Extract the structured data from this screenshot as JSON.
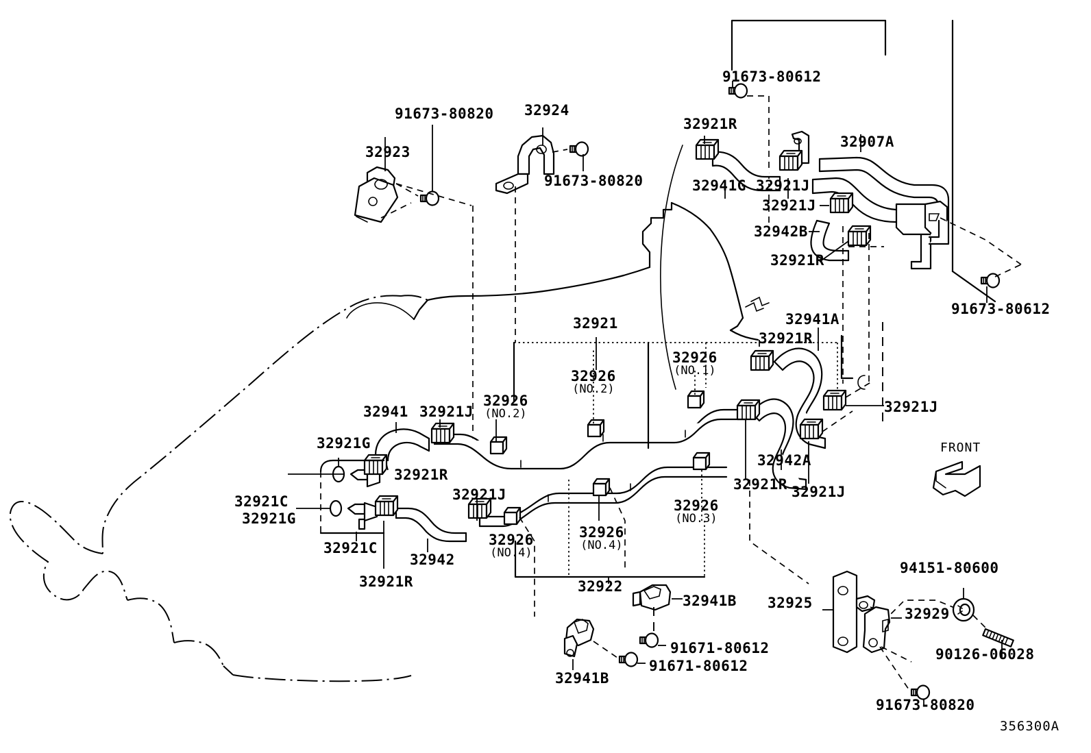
{
  "diagram": {
    "code": "356300A",
    "front_indicator": "FRONT"
  },
  "labels": {
    "p91673_80820_a": "91673-80820",
    "p32924": "32924",
    "p32923": "32923",
    "p91673_80820_b": "91673-80820",
    "p91673_80612_top": "91673-80612",
    "p32921R_top": "32921R",
    "p32907A": "32907A",
    "p32941G": "32941G",
    "p32921J_a": "32921J",
    "p32921J_b": "32921J",
    "p32942B": "32942B",
    "p32921R_b": "32921R",
    "p91673_80612_right": "91673-80612",
    "p32921": "32921",
    "p32941A": "32941A",
    "p32921R_c": "32921R",
    "p32926_no1": "32926",
    "p32926_no1_sub": "(NO.1)",
    "p32926_no2_a": "32926",
    "p32926_no2_a_sub": "(NO.2)",
    "p32926_no2_b": "32926",
    "p32926_no2_b_sub": "(NO.2)",
    "p32921J_c": "32921J",
    "p32941": "32941",
    "p32921J_d": "32921J",
    "p32921G_a": "32921G",
    "p32921R_d": "32921R",
    "p32921C_a": "32921C",
    "p32921G_b": "32921G",
    "p32921C_b": "32921C",
    "p32942": "32942",
    "p32921R_e": "32921R",
    "p32921J_e": "32921J",
    "p32926_no4_a": "32926",
    "p32926_no4_a_sub": "(NO.4)",
    "p32926_no4_b": "32926",
    "p32926_no4_b_sub": "(NO.4)",
    "p32926_no3": "32926",
    "p32926_no3_sub": "(NO.3)",
    "p32942A": "32942A",
    "p32921R_f": "32921R",
    "p32921J_f": "32921J",
    "p32922": "32922",
    "p32941B_a": "32941B",
    "p91671_80612_a": "91671-80612",
    "p32941B_b": "32941B",
    "p91671_80612_b": "91671-80612",
    "p32925": "32925",
    "p94151_80600": "94151-80600",
    "p32929": "32929",
    "p90126_06028": "90126-06028",
    "p91673_80820_c": "91673-80820"
  },
  "colors": {
    "line": "#000000",
    "background": "#ffffff"
  }
}
